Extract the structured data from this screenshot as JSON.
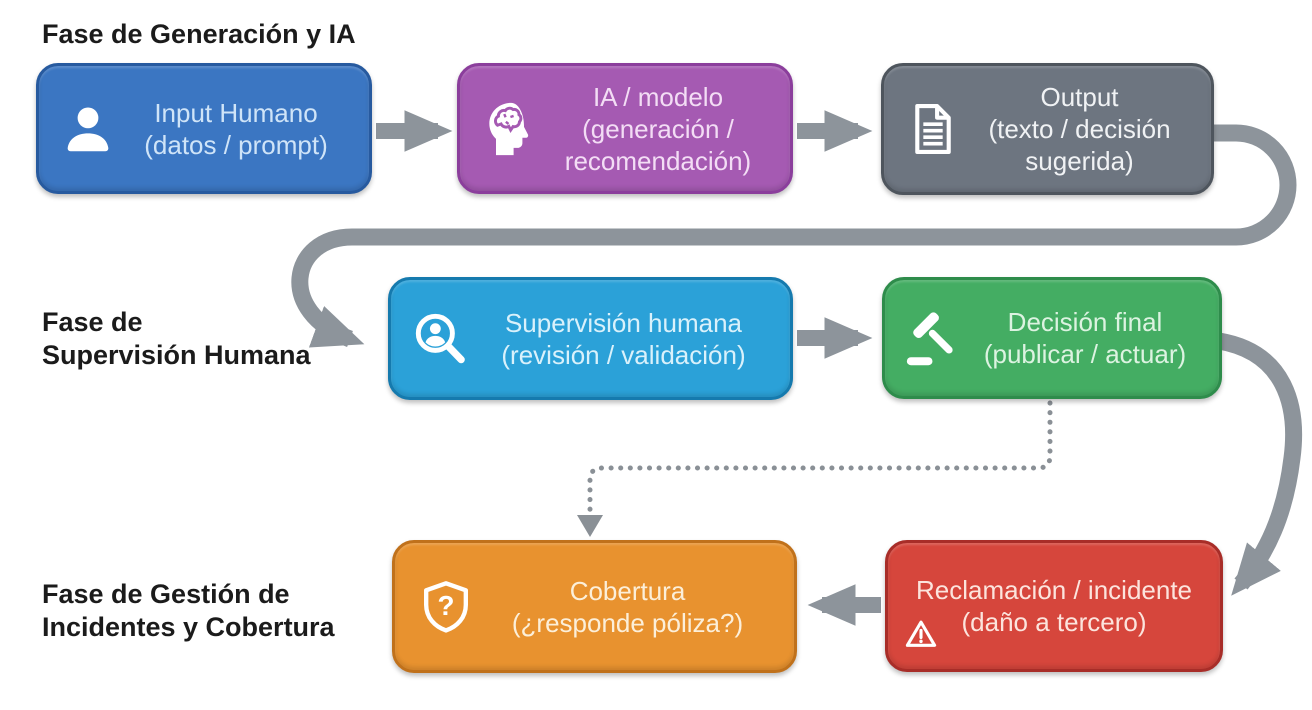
{
  "phases": [
    {
      "lines": [
        "Fase de Generación y IA",
        ""
      ]
    },
    {
      "lines": [
        "Fase de",
        "Supervisión Humana"
      ]
    },
    {
      "lines": [
        "Fase de Gestión de",
        "Incidentes y Cobertura"
      ]
    }
  ],
  "nodes": [
    {
      "id": "input-humano",
      "line1": "Input Humano",
      "line2": "(datos / prompt)",
      "line3": "",
      "icon": "user-icon",
      "fill": "#3b76c2",
      "border": "#275a9f",
      "text_color": "#cfe4f8"
    },
    {
      "id": "ia-modelo",
      "line1": "IA / modelo",
      "line2": "(generación /",
      "line3": "recomendación)",
      "icon": "brain-head-icon",
      "fill": "#a55ab2",
      "border": "#8b3e9c",
      "text_color": "#f3ddf5"
    },
    {
      "id": "output",
      "line1": "Output",
      "line2": "(texto / decisión",
      "line3": "sugerida)",
      "icon": "document-icon",
      "fill": "#6d7580",
      "border": "#4e555d",
      "text_color": "#f0f2f4"
    },
    {
      "id": "supervision-humana",
      "line1": "Supervisión humana",
      "line2": "(revisión / validación)",
      "line3": "",
      "icon": "magnifier-user-icon",
      "fill": "#2ba1d8",
      "border": "#157aae",
      "text_color": "#d9f1fb"
    },
    {
      "id": "decision-final",
      "line1": "Decisión final",
      "line2": "(publicar / actuar)",
      "line3": "",
      "icon": "gavel-icon",
      "fill": "#44ad63",
      "border": "#2e8c4b",
      "text_color": "#dcf3e1"
    },
    {
      "id": "cobertura",
      "line1": "Cobertura",
      "line2": "(¿responde póliza?)",
      "line3": "",
      "icon": "shield-question-icon",
      "fill": "#e8922f",
      "border": "#c0711b",
      "text_color": "#fcefd9"
    },
    {
      "id": "reclamacion-incidente",
      "line1": "Reclamación / incidente",
      "line2": "(daño a tercero)",
      "line3": "",
      "icon": "warning-triangle-icon",
      "fill": "#d6463c",
      "border": "#a82d28",
      "text_color": "#fce4dd"
    }
  ],
  "colors": {
    "background": "#ffffff",
    "label_text": "#1b1b1b",
    "arrow": "#8d949b",
    "dotted_arrow": "#8a9096"
  }
}
